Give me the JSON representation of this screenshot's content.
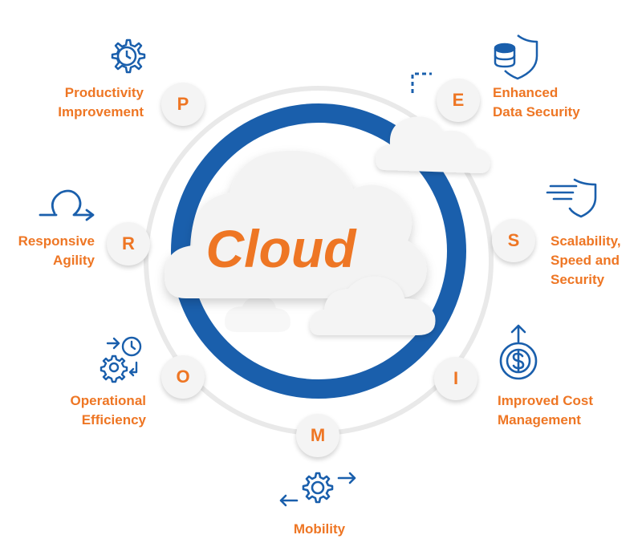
{
  "center": {
    "title": "Cloud"
  },
  "nodes": {
    "p": {
      "letter": "P",
      "label": [
        "Productivity",
        "Improvement"
      ],
      "icon": "gear-clock-icon"
    },
    "e": {
      "letter": "E",
      "label": [
        "Enhanced",
        "Data Security"
      ],
      "icon": "shield-database-icon"
    },
    "r": {
      "letter": "R",
      "label": [
        "Responsive",
        "Agility"
      ],
      "icon": "loop-arrow-icon"
    },
    "s": {
      "letter": "S",
      "label": [
        "Scalability,",
        "Speed and",
        "Security"
      ],
      "icon": "fast-shield-icon"
    },
    "o": {
      "letter": "O",
      "label": [
        "Operational",
        "Efficiency"
      ],
      "icon": "gears-clock-icon"
    },
    "i": {
      "letter": "I",
      "label": [
        "Improved Cost",
        "Management"
      ],
      "icon": "dollar-coin-icon"
    },
    "m": {
      "letter": "M",
      "label": [
        "Mobility"
      ],
      "icon": "gear-arrows-icon"
    }
  },
  "colors": {
    "accent": "#ee7624",
    "primary": "#1a5fac",
    "ring": "#e9e9e9",
    "cloud": "#f3f3f3"
  }
}
